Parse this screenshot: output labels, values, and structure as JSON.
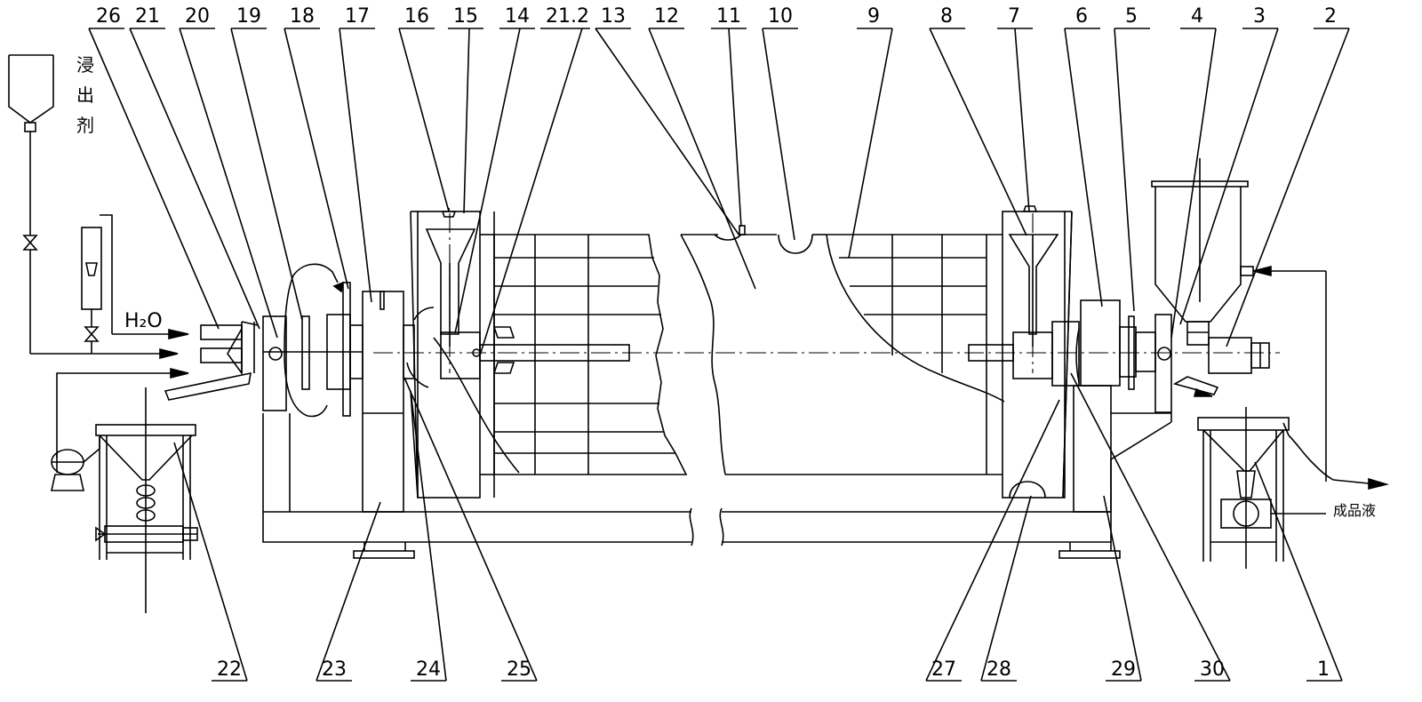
{
  "callouts_top": [
    "26",
    "21",
    "20",
    "19",
    "18",
    "17",
    "16",
    "15",
    "14",
    "21.2",
    "13",
    "12",
    "11",
    "10",
    "9",
    "8",
    "7",
    "6",
    "5",
    "4",
    "3",
    "2"
  ],
  "callouts_bottom": [
    "22",
    "23",
    "24",
    "25",
    "27",
    "28",
    "29",
    "30",
    "1"
  ],
  "texts": {
    "leaching_agent": [
      "浸",
      "出",
      "剂"
    ],
    "water": "H₂O",
    "product_liquid": "成品液"
  },
  "colors": {
    "line": "#000000",
    "background": "#ffffff"
  }
}
